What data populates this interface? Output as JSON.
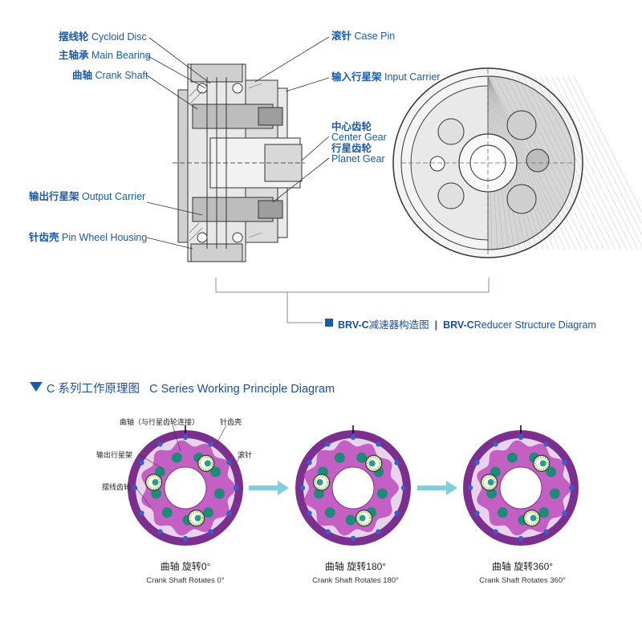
{
  "structure_labels": {
    "cycloid_disc": {
      "cn": "摆线轮",
      "en": "Cycloid Disc"
    },
    "main_bearing": {
      "cn": "主轴承",
      "en": "Main Bearing"
    },
    "crank_shaft": {
      "cn": "曲轴",
      "en": "Crank Shaft"
    },
    "output_carrier": {
      "cn": "输出行星架",
      "en": "Output Carrier"
    },
    "pin_wheel_housing": {
      "cn": "针齿壳",
      "en": "Pin Wheel Housing"
    },
    "case_pin": {
      "cn": "滚针",
      "en": "Case Pin"
    },
    "input_carrier": {
      "cn": "输入行星架",
      "en": "Input Carrier"
    },
    "center_gear": {
      "cn": "中心齿轮",
      "en": "Center Gear"
    },
    "planet_gear": {
      "cn": "行星齿轮",
      "en": "Planet Gear"
    }
  },
  "structure_caption": {
    "brand1": "BRV-C",
    "cn": "减速器构造图",
    "sep": "|",
    "brand2": "BRV-C",
    "en": "Reducer Structure Diagram"
  },
  "principle_title": {
    "cn": "C 系列工作原理图",
    "en": "C Series Working Principle Diagram"
  },
  "principle_labels": {
    "crank_shaft": "曲轴（与行星齿轮连接）",
    "pin_housing": "针齿壳",
    "output_carrier": "输出行星架",
    "roller_pin": "滚针",
    "cycloid": "摆线齿轮"
  },
  "steps": [
    {
      "cn": "曲轴  旋转0°",
      "en": "Crank Shaft Rotates 0°",
      "angle": 0
    },
    {
      "cn": "曲轴  旋转180°",
      "en": "Crank Shaft Rotates 180°",
      "angle": 180
    },
    {
      "cn": "曲轴  旋转360°",
      "en": "Crank Shaft Rotates 360°",
      "angle": 360
    }
  ],
  "colors": {
    "accent": "#1a5aa8",
    "purple": "#7b2f8e",
    "disc": "#c45fc4",
    "teal": "#1f8a7a",
    "arrow": "#7ecfdc"
  }
}
